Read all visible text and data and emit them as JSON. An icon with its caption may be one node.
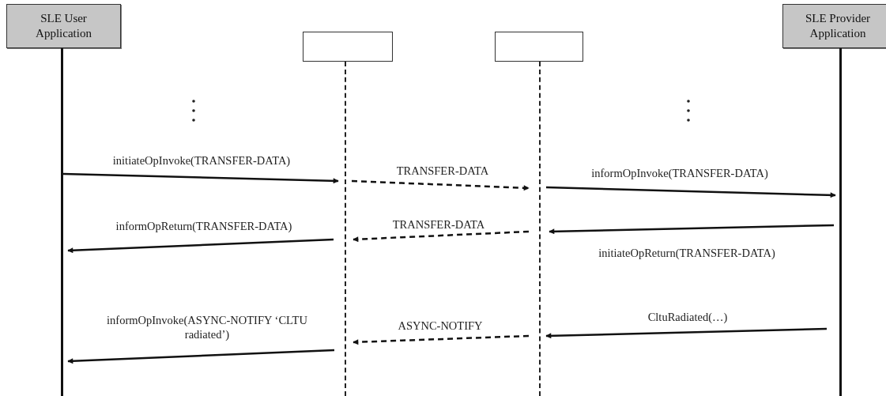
{
  "diagram": {
    "nodes": [
      {
        "text": [
          "SLE User Application"
        ]
      },
      {
        "text": [],
        "shape": "box"
      },
      {
        "text": [],
        "shape": "box"
      },
      {
        "text": [
          "SLE Provider Application"
        ]
      },
      {
        "text": [],
        "shape": "bar"
      },
      {
        "text": [],
        "shape": "bar"
      },
      {
        "text": [],
        "shape": "bar"
      },
      {
        "text": [],
        "shape": "bar"
      }
    ],
    "edges": [
      {
        "from": 4,
        "to": 5,
        "arrow": "to",
        "label": "initiateOpInvoke(TRANSFER-DATA)"
      },
      {
        "from": 5,
        "to": 6,
        "arrow": "to",
        "label": "TRANSFER-DATA",
        "style": "dashed"
      },
      {
        "from": 6,
        "to": 7,
        "arrow": "to",
        "label": "informOpInvoke(TRANSFER-DATA)"
      },
      {
        "from": 7,
        "to": 6,
        "arrow": "to",
        "label": "initiateOpReturn(TRANSFER-DATA)"
      },
      {
        "from": 6,
        "to": 5,
        "arrow": "to",
        "label": "TRANSFER-DATA",
        "style": "dashed"
      },
      {
        "from": 5,
        "to": 4,
        "arrow": "to",
        "label": "informOpReturn(TRANSFER-DATA)"
      },
      {
        "from": 7,
        "to": 6,
        "arrow": "to",
        "label": "CltuRadiated(…)"
      },
      {
        "from": 6,
        "to": 5,
        "arrow": "to",
        "label": "ASYNC-NOTIFY",
        "style": "dashed"
      },
      {
        "from": 5,
        "to": 4,
        "arrow": "to",
        "label": "informOpInvoke(ASYNC-NOTIFY ‘CLTU radiated’)"
      }
    ]
  }
}
